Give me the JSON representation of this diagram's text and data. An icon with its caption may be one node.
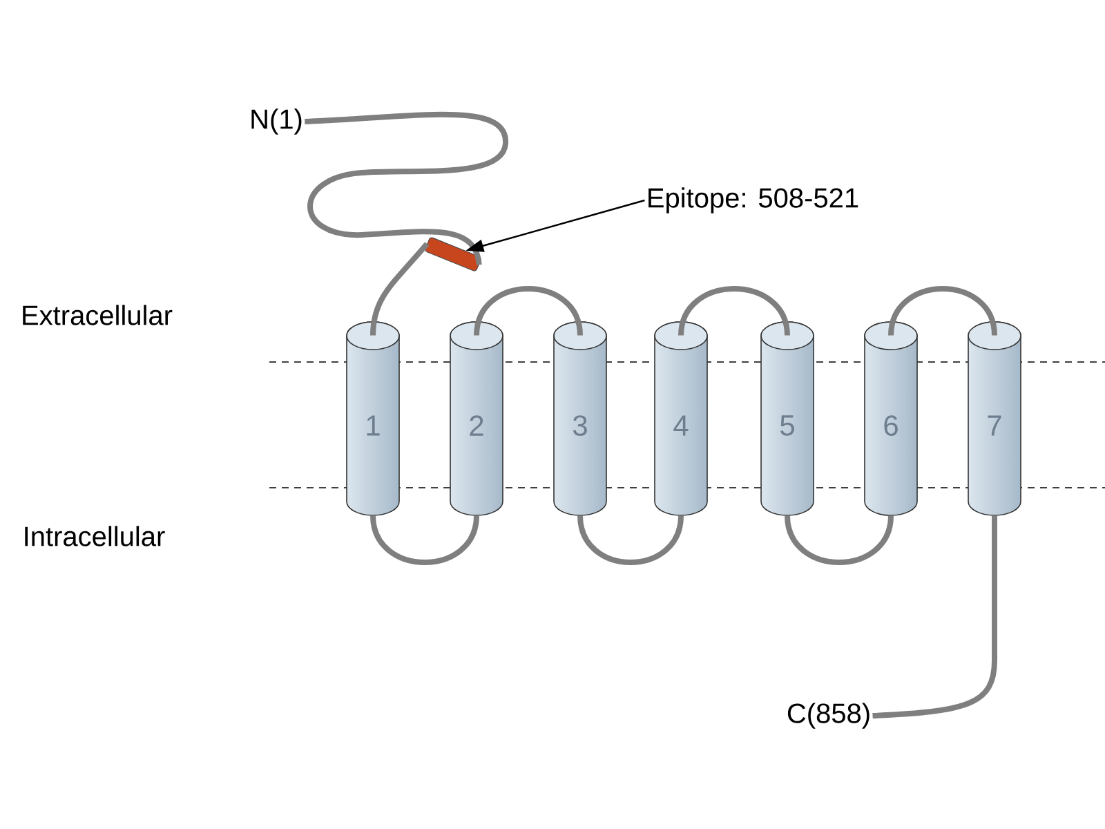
{
  "diagram": {
    "nodes": [
      {
        "text": [
          "N(1)"
        ]
      },
      {
        "text": [],
        "shape": "bar"
      },
      {
        "text": [
          "Epitope: 508-521"
        ]
      },
      {
        "text": [
          "1"
        ]
      },
      {
        "text": [
          "2"
        ]
      },
      {
        "text": [
          "3"
        ]
      },
      {
        "text": [
          "4"
        ]
      },
      {
        "text": [
          "5"
        ]
      },
      {
        "text": [
          "6"
        ]
      },
      {
        "text": [
          "7"
        ]
      },
      {
        "text": [
          "C(858)"
        ]
      }
    ],
    "edges": [
      {
        "from": 0,
        "to": 1,
        "arrow": "none"
      },
      {
        "from": 1,
        "to": 3,
        "arrow": "none"
      },
      {
        "from": 3,
        "to": 4,
        "arrow": "none"
      },
      {
        "from": 4,
        "to": 5,
        "arrow": "none"
      },
      {
        "from": 5,
        "to": 6,
        "arrow": "none"
      },
      {
        "from": 6,
        "to": 7,
        "arrow": "none"
      },
      {
        "from": 7,
        "to": 8,
        "arrow": "none"
      },
      {
        "from": 8,
        "to": 9,
        "arrow": "none"
      },
      {
        "from": 9,
        "to": 10,
        "arrow": "none"
      },
      {
        "from": 2,
        "to": 1,
        "arrow": "to",
        "color": "#000000"
      }
    ],
    "labels": [
      "Extracellular",
      "Intracellular"
    ]
  }
}
